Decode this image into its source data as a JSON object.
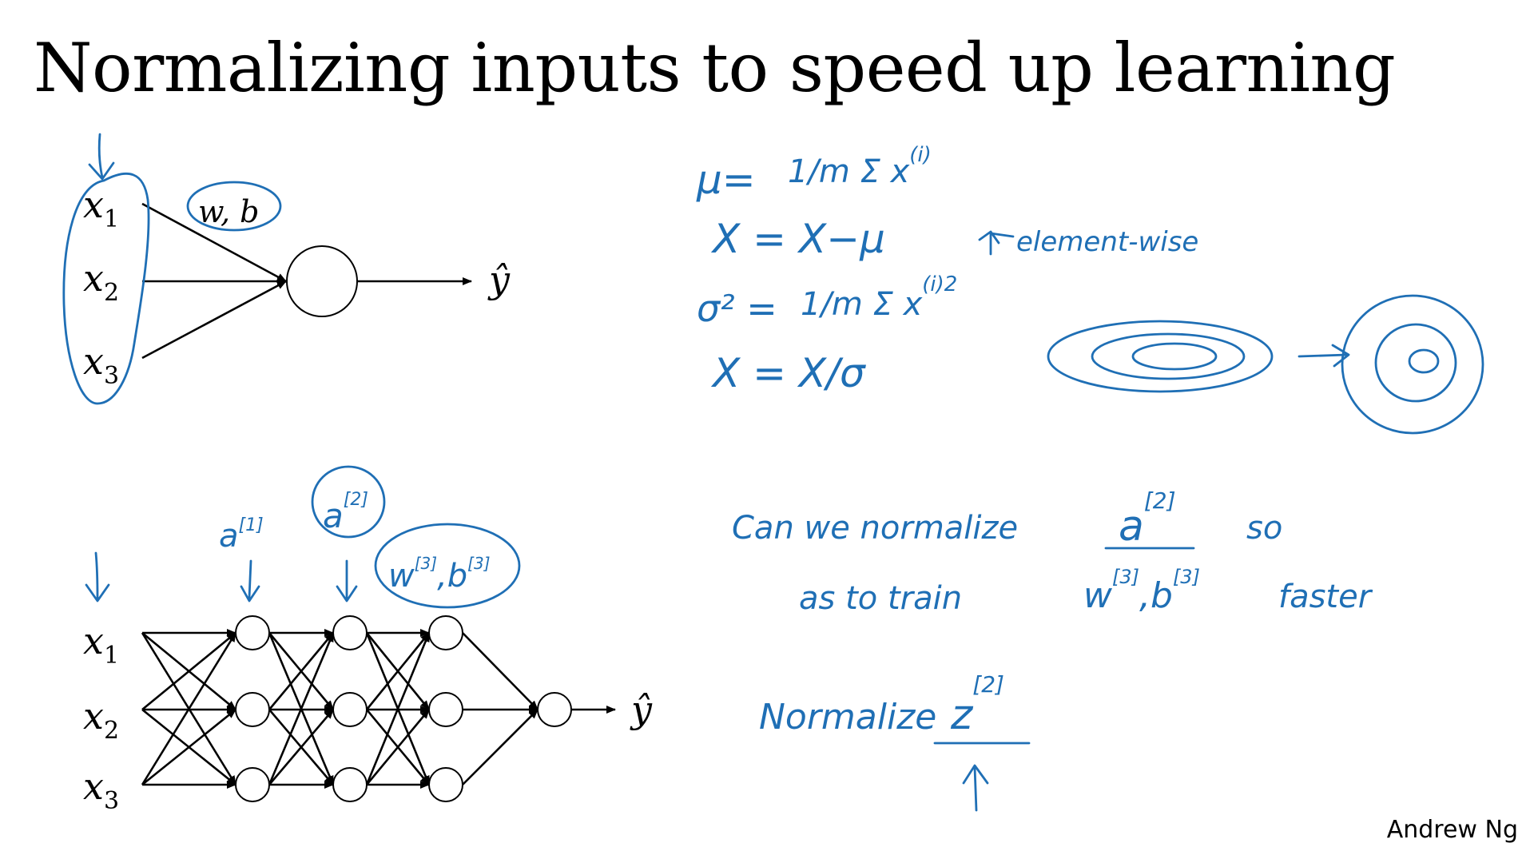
{
  "slide": {
    "title": "Normalizing inputs to speed up learning",
    "author": "Andrew Ng"
  },
  "top_network": {
    "inputs": [
      "x",
      "x",
      "x"
    ],
    "input_subs": [
      "1",
      "2",
      "3"
    ],
    "params_label": "w, b",
    "output": "ŷ"
  },
  "deep_network": {
    "inputs": [
      "x",
      "x",
      "x"
    ],
    "input_subs": [
      "1",
      "2",
      "3"
    ],
    "output": "ŷ",
    "annot_a1": "a",
    "annot_a1_sup": "[1]",
    "annot_a2": "a",
    "annot_a2_sup": "[2]",
    "annot_w3": "w",
    "annot_w3_sup": "[3]",
    "annot_b3": "b",
    "annot_b3_sup": "[3]",
    "annot_sep": ","
  },
  "equations": {
    "mu_lhs": "μ=",
    "mu_rhs": "1/m Σ x",
    "mu_sup": "(i)",
    "x_minus_mu": "X = X−μ",
    "sigma_lhs": "σ² =",
    "sigma_rhs": "1/m Σ x",
    "sigma_sup": "(i)2",
    "elementwise": "element-wise",
    "x_over_sigma": "X = X/σ"
  },
  "question": {
    "line1_prefix": "Can we normalize",
    "line1_var": "a",
    "line1_sup": "[2]",
    "line1_suffix": "so",
    "line2_prefix": "as to train",
    "line2_w": "w",
    "line2_w_sup": "[3]",
    "line2_sep": ",",
    "line2_b": "b",
    "line2_b_sup": "[3]",
    "line2_suffix": "faster",
    "answer_prefix": "Normalize",
    "answer_var": "z",
    "answer_sup": "[2]"
  }
}
